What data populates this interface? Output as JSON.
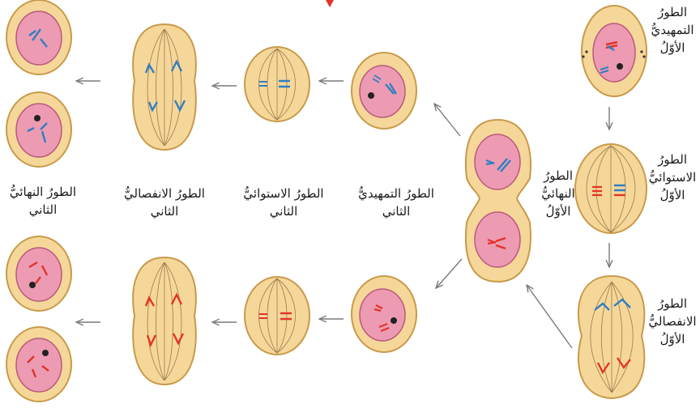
{
  "labels": {
    "prophase1": {
      "line1": "الطورُ",
      "line2": "التمهيديُّ",
      "line3": "الأوّلُ"
    },
    "metaphase1": {
      "line1": "الطورُ",
      "line2": "الاستوائيُّ",
      "line3": "الأوّلُ"
    },
    "anaphase1": {
      "line1": "الطورُ",
      "line2": "الانفصاليُّ",
      "line3": "الأوّلُ"
    },
    "telophase1": {
      "line1": "الطورُ",
      "line2": "النهائيُّ",
      "line3": "الأوّلُ"
    },
    "prophase2": {
      "line1": "الطورُ التمهيديُّ",
      "line2": "الثاني"
    },
    "metaphase2": {
      "line1": "الطورُ الاستوائيُّ",
      "line2": "الثاني"
    },
    "anaphase2": {
      "line1": "الطورُ الانفصاليُّ",
      "line2": "الثاني"
    },
    "telophase2": {
      "line1": "الطورُ النهائيُّ",
      "line2": "الثاني"
    }
  },
  "colors": {
    "cell_fill": "#f6d79a",
    "cell_stroke": "#c89a4a",
    "nucleus_fill": "#ec9bb3",
    "nucleus_stroke": "#b85a7a",
    "spindle": "#9c7a48",
    "chromosome_blue": "#2f7fc0",
    "chromosome_red": "#e3332b",
    "arrow": "#7a7a7a"
  }
}
